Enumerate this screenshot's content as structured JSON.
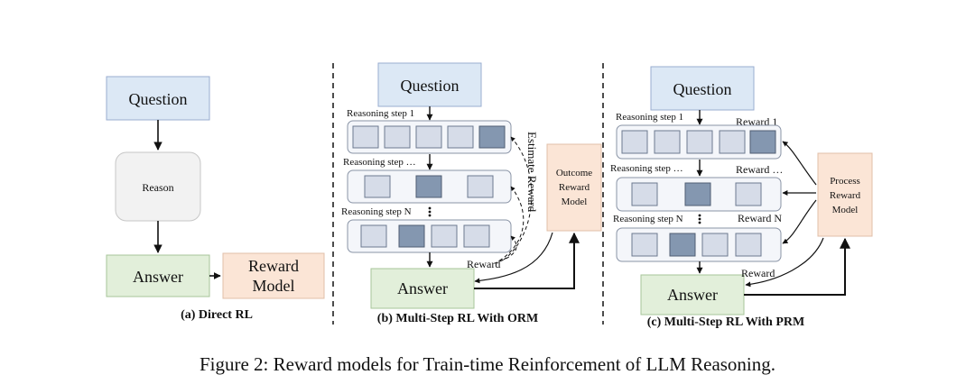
{
  "panel_a": {
    "question": "Question",
    "reason": "Reason",
    "answer": "Answer",
    "reward_model_line1": "Reward",
    "reward_model_line2": "Model",
    "caption": "(a) Direct RL"
  },
  "panel_b": {
    "question": "Question",
    "step1": "Reasoning step 1",
    "step_mid": "Reasoning step …",
    "step_n": "Reasoning step N",
    "estimate_reward": "Estimate Reward",
    "orm_line1": "Outcome",
    "orm_line2": "Reward",
    "orm_line3": "Model",
    "reward": "Reward",
    "answer": "Answer",
    "caption": "(b) Multi-Step RL With ORM"
  },
  "panel_c": {
    "question": "Question",
    "step1": "Reasoning step 1",
    "step_mid": "Reasoning step …",
    "step_n": "Reasoning step N",
    "reward1": "Reward 1",
    "reward_mid": "Reward …",
    "reward_n": "Reward N",
    "prm_line1": "Process",
    "prm_line2": "Reward",
    "prm_line3": "Model",
    "reward": "Reward",
    "answer": "Answer",
    "caption": "(c) Multi-Step RL With PRM"
  },
  "figure_caption": "Figure 2: Reward models for Train-time Reinforcement of LLM Reasoning.",
  "colors": {
    "question_fill": "#dce8f5",
    "answer_fill": "#e2efda",
    "reward_fill": "#fbe5d6",
    "reason_fill": "#f2f2f2",
    "step_light": "#d6dce8",
    "step_dark": "#8497b0",
    "step_row_fill": "#f4f6fa"
  }
}
